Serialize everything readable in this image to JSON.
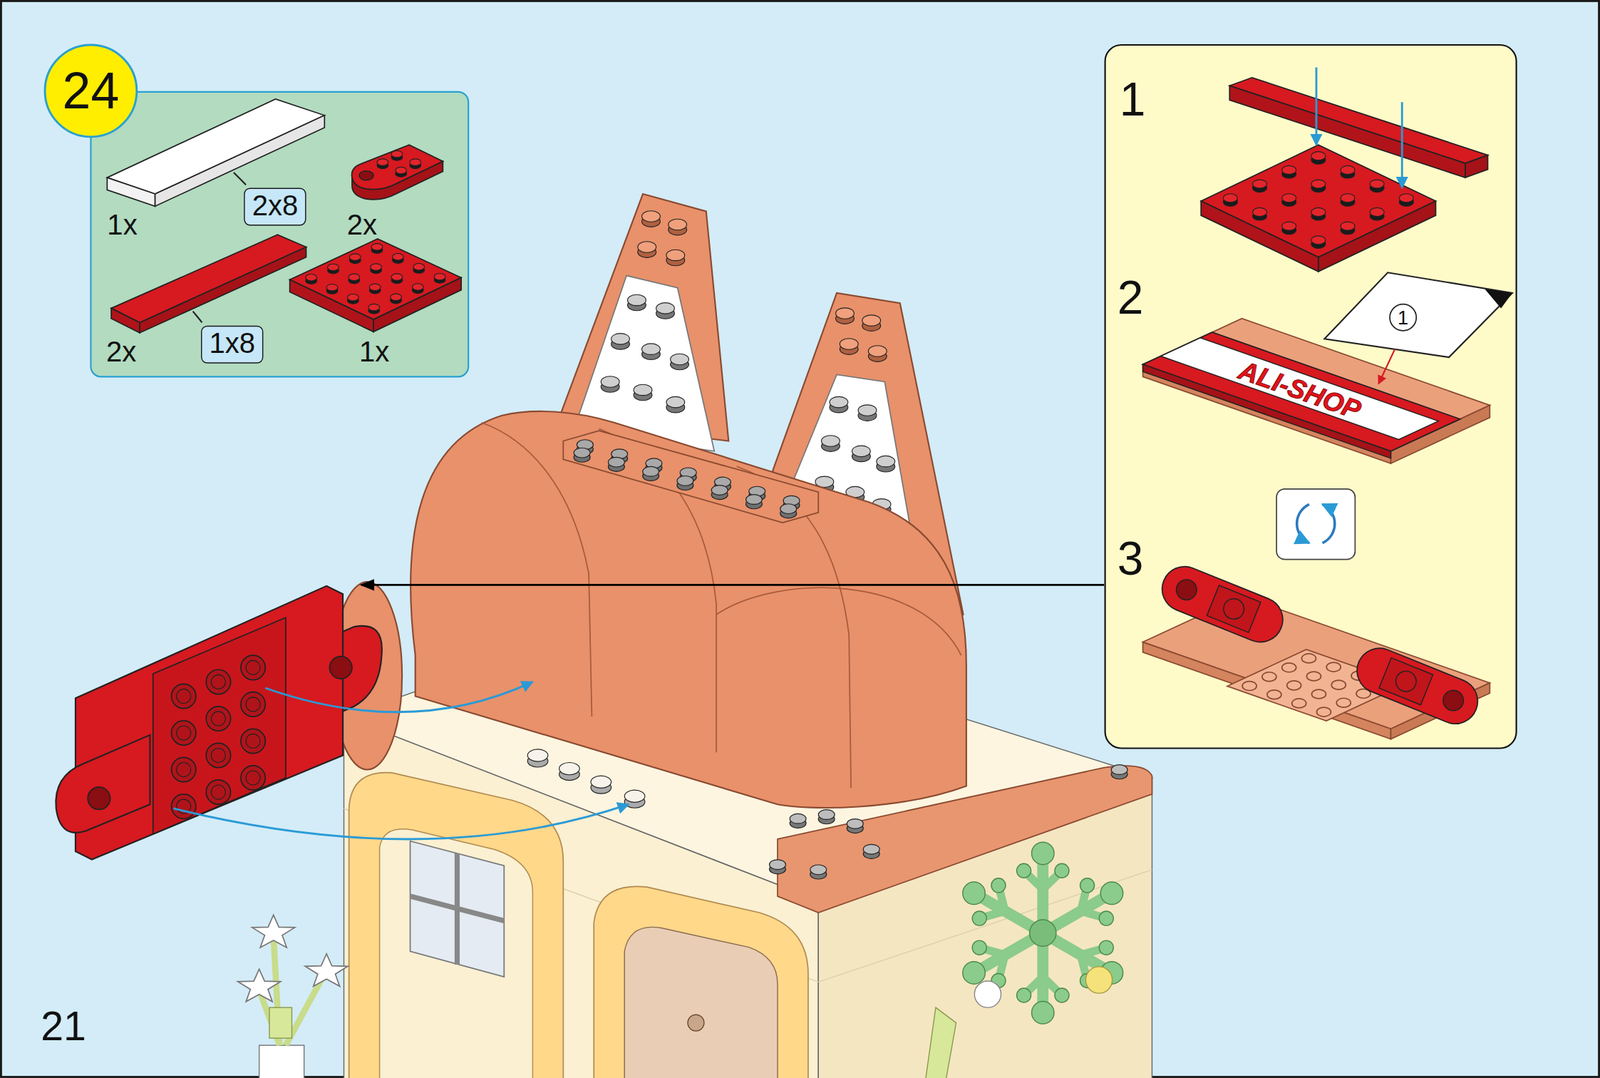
{
  "diagram": {
    "nodes": [
      {
        "text": [
          "24"
        ]
      },
      {
        "text": [
          "1x",
          "2x",
          "2x",
          "1x"
        ]
      },
      {
        "text": [
          "2x8"
        ],
        "in": 1
      },
      {
        "text": [
          "1x8"
        ],
        "in": 1
      },
      {
        "text": [
          "1",
          "2",
          "3"
        ]
      }
    ],
    "labels": [
      "1",
      "ALI-SHOP",
      "21"
    ]
  }
}
